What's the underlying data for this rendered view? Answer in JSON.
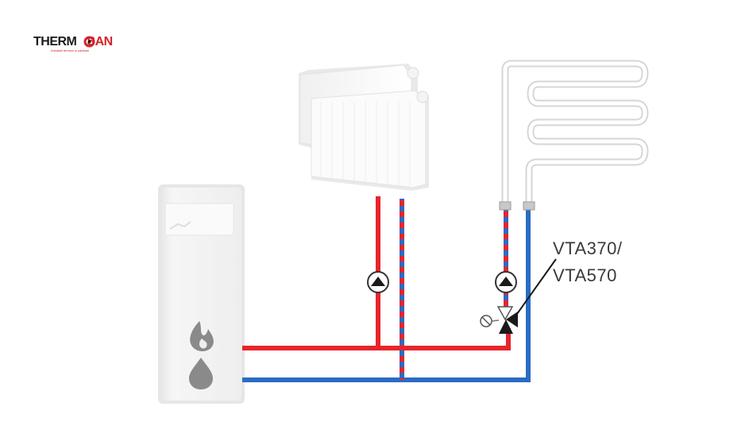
{
  "logo": {
    "brand_part1": "THERM",
    "brand_part2": "SAN",
    "tagline": "Instalații termice și sanitare"
  },
  "valve_label": {
    "line1": "VTA370/",
    "line2": "VTA570"
  },
  "colors": {
    "supply": "#e8242b",
    "return": "#2a6cc4",
    "pump_outline": "#333333",
    "valve": "#1a1a1a",
    "boiler": "#f2f2f2",
    "radiator": "#fafafa",
    "floor_loop": "#dcdcdc"
  },
  "icons": [
    "flame-icon",
    "oil-drop-icon",
    "pump-icon",
    "valve-icon",
    "logo-ring-icon"
  ]
}
